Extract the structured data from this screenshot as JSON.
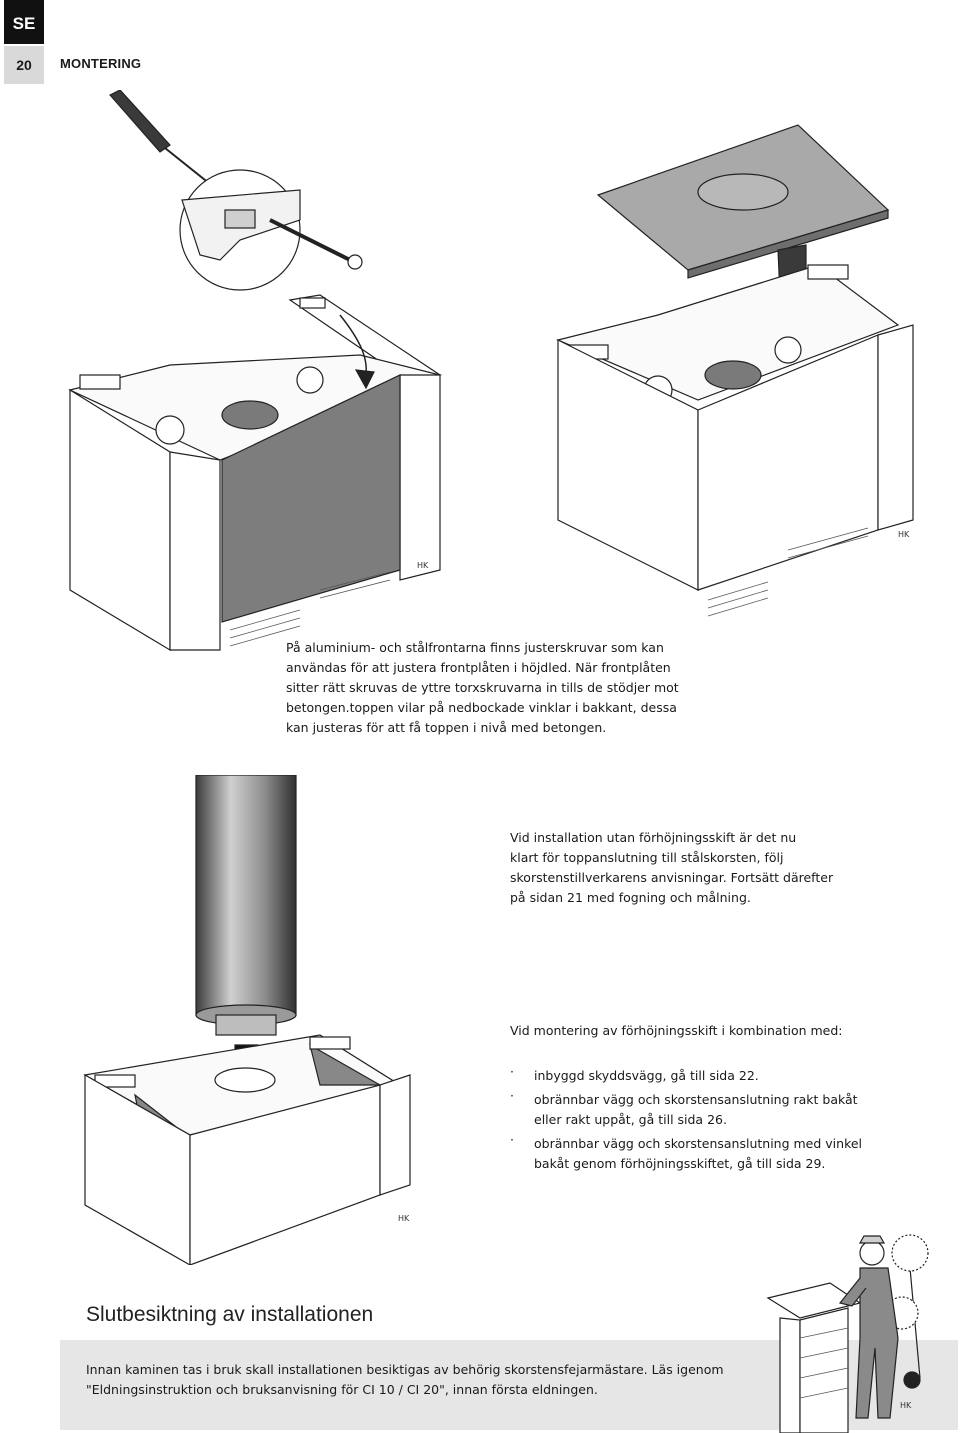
{
  "header": {
    "lang": "SE",
    "page_number": "20",
    "section": "MONTERING"
  },
  "illustrations": {
    "mark": "HK"
  },
  "para_adjust": {
    "lines": [
      "På aluminium- och stålfrontarna finns justerskruvar som kan",
      "användas för att justera frontplåten i höjdled. När frontplåten",
      "sitter rätt skruvas de yttre torxskruvarna in tills de stödjer mot",
      "betongen.toppen vilar på nedbockade vinklar i bakkant, dessa",
      "kan justeras för  att få toppen i nivå med betongen."
    ]
  },
  "para_no_riser": {
    "lines": [
      "Vid installation utan förhöjningsskift är det nu",
      "klart för toppanslutning till stålskorsten, följ",
      "skorstenstillverkarens anvisningar. Fortsätt därefter",
      "på sidan 21 med fogning och målning."
    ]
  },
  "para_riser": {
    "intro": "Vid montering av förhöjningsskift i kombination med:",
    "bullet": "·",
    "items": [
      {
        "lines": [
          "inbyggd skyddsvägg, gå till sida 22."
        ]
      },
      {
        "lines": [
          "obrännbar vägg och skorstensanslutning rakt bakåt",
          "eller rakt uppåt, gå till sida 26."
        ]
      },
      {
        "lines": [
          "obrännbar vägg och skorstensanslutning med vinkel",
          "bakåt genom förhöjningsskiftet, gå till sida 29."
        ]
      }
    ]
  },
  "footer": {
    "title": "Slutbesiktning av installationen",
    "lines": [
      "Innan kaminen tas i bruk skall installationen besiktigas av behörig skorstensfejarmästare. Läs igenom",
      "\"Eldningsinstruktion och bruksanvisning för CI 10 / CI 20\", innan första eldningen."
    ],
    "box_color": "#e6e6e6"
  }
}
